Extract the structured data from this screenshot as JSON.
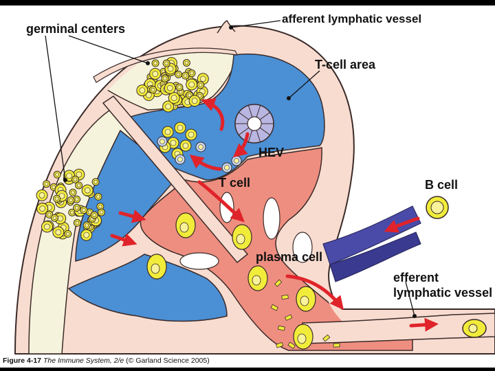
{
  "labels": {
    "germinal_centers": "germinal centers",
    "afferent_lymphatic_vessel": "afferent lymphatic vessel",
    "t_cell_area": "T-cell area",
    "hev": "HEV",
    "t_cell": "T cell",
    "b_cell": "B cell",
    "plasma_cell": "plasma cell",
    "efferent_line1": "efferent",
    "efferent_line2": "lymphatic vessel"
  },
  "caption": {
    "figure": "Figure 4-17",
    "book": "The Immune System, 2/e",
    "credit": "(© Garland Science 2005)"
  },
  "colors": {
    "background": "#ffffff",
    "capsule": "#f8dcd0",
    "capsule_outline": "#3a2a28",
    "follicle": "#f6f3dc",
    "t_cell_area": "#4b8fd4",
    "medulla": "#ee8e80",
    "b_cell": "#f1ec3a",
    "arrow": "#e0232a",
    "efferent_vessel": "#4a4aa8",
    "hev": "#b9b6e2"
  }
}
